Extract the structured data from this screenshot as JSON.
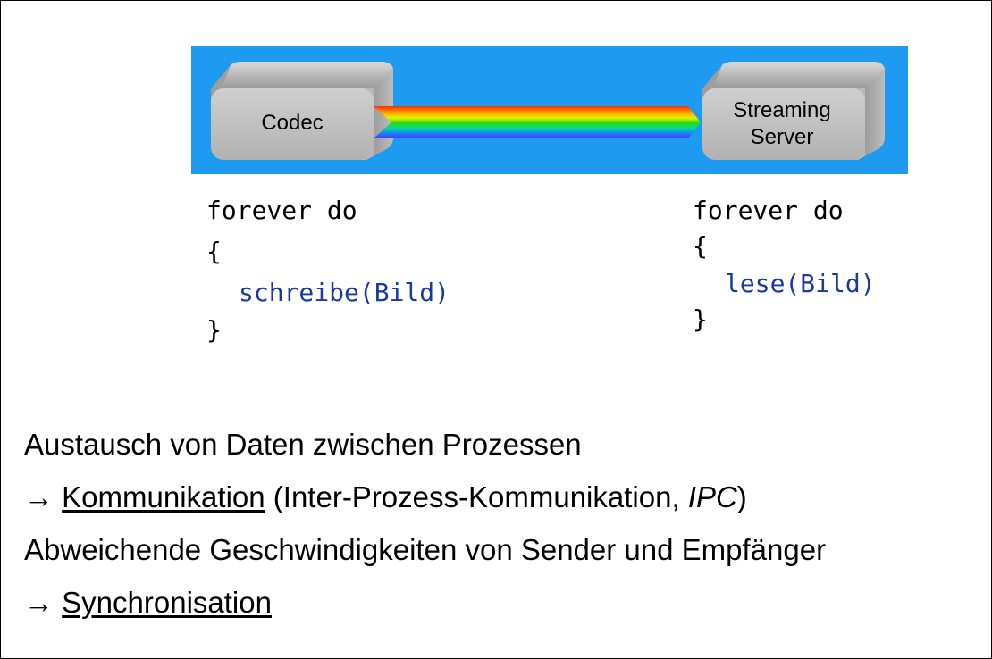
{
  "diagram": {
    "background_color": "#1e9af0",
    "left_box_label": "Codec",
    "right_box_label_line1": "Streaming",
    "right_box_label_line2": "Server"
  },
  "code_left": {
    "line1": "forever do",
    "line2": "{",
    "line3": "schreibe(Bild)",
    "line4": "}"
  },
  "code_right": {
    "line1": "forever do",
    "line2": "{",
    "line3": "lese(Bild)",
    "line4": "}"
  },
  "text": {
    "line1": "Austausch von Daten zwischen Prozessen",
    "line2_arrow": "→ ",
    "line2_link": "Kommunikation",
    "line2_rest_a": " (Inter-Prozess-Kommunikation, ",
    "line2_italic": "IPC",
    "line2_rest_b": ")",
    "line3": "Abweichende Geschwindigkeiten von Sender und Empfänger",
    "line4_arrow": "→ ",
    "line4_link": "Synchronisation"
  }
}
